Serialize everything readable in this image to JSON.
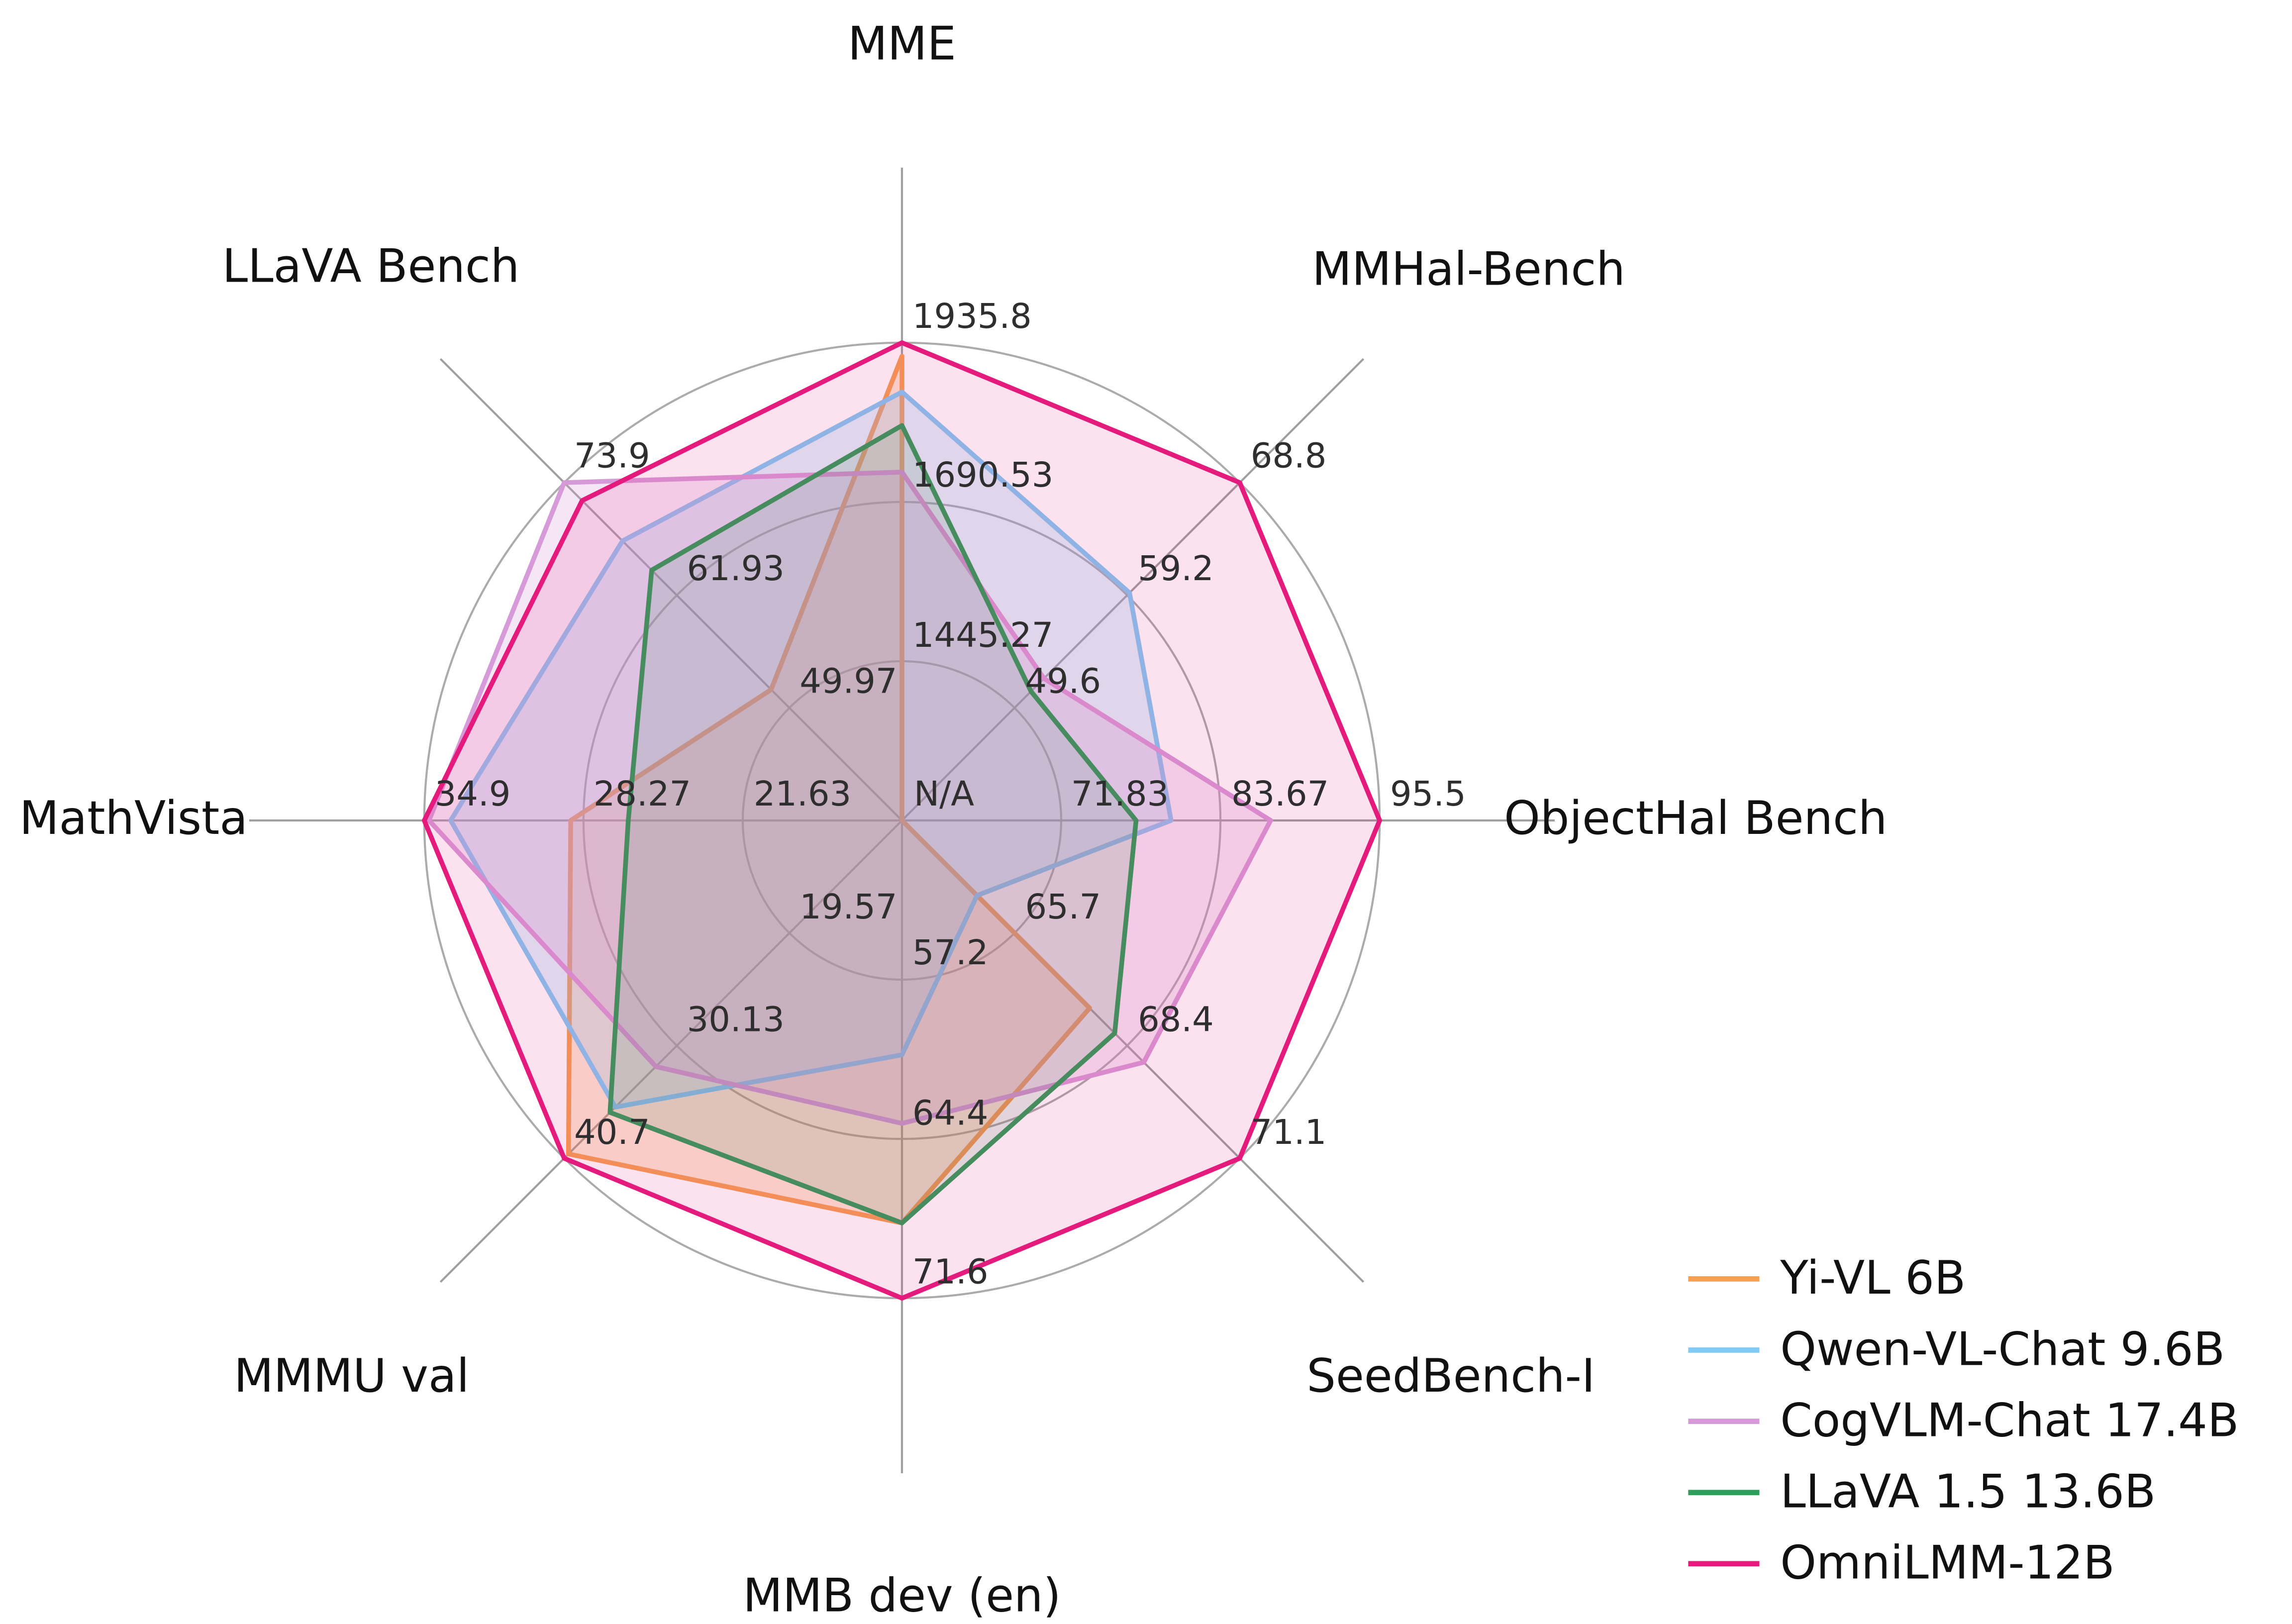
{
  "chart_data": {
    "type": "radar",
    "title": "",
    "background": "#FFFFFF",
    "axis_count": 8,
    "grid_rings": 3,
    "axis_order": "clockwise-from-top",
    "center_label": "N/A",
    "legend_position": "lower-right",
    "axes": [
      {
        "label": "MME",
        "center_scale_value": 1200,
        "max": 1935.8,
        "ring_ticks": [
          "1445.27",
          "1690.53",
          "1935.8"
        ]
      },
      {
        "label": "MMHal-Bench",
        "center_scale_value": 40,
        "max": 68.8,
        "ring_ticks": [
          "49.6",
          "59.2",
          "68.8"
        ]
      },
      {
        "label": "ObjectHal Bench",
        "center_scale_value": 60,
        "max": 95.5,
        "ring_ticks": [
          "71.83",
          "83.67",
          "95.5"
        ]
      },
      {
        "label": "SeedBench-I",
        "center_scale_value": 63,
        "max": 71.1,
        "ring_ticks": [
          "65.7",
          "68.4",
          "71.1"
        ]
      },
      {
        "label": "MMB dev (en)",
        "center_scale_value": 50,
        "max": 71.6,
        "ring_ticks": [
          "57.2",
          "64.4",
          "71.6"
        ]
      },
      {
        "label": "MMMU val",
        "center_scale_value": 9,
        "max": 40.7,
        "ring_ticks": [
          "19.57",
          "30.13",
          "40.7"
        ]
      },
      {
        "label": "MathVista",
        "center_scale_value": 15,
        "max": 34.9,
        "ring_ticks": [
          "21.63",
          "28.27",
          "34.9"
        ]
      },
      {
        "label": "LLaVA Bench",
        "center_scale_value": 38,
        "max": 73.9,
        "ring_ticks": [
          "49.97",
          "61.93",
          "73.9"
        ]
      }
    ],
    "series": [
      {
        "name": "Yi-VL 6B",
        "color": "#F5A053",
        "values": [
          1915.1,
          null,
          null,
          67.5,
          68.2,
          40.3,
          28.8,
          51.9
        ]
      },
      {
        "name": "Qwen-VL-Chat 9.6B",
        "color": "#82CBF5",
        "values": [
          1860.0,
          59.4,
          80.0,
          64.8,
          60.6,
          35.9,
          33.8,
          67.7
        ]
      },
      {
        "name": "CogVLM-Chat 17.4B",
        "color": "#D79AD8",
        "values": [
          1736.6,
          52.1,
          87.4,
          68.8,
          63.7,
          32.1,
          34.7,
          73.9
        ]
      },
      {
        "name": "LLaVA 1.5 13.6B",
        "color": "#2E9E5B",
        "values": [
          1808.4,
          51.0,
          77.4,
          68.1,
          68.2,
          36.4,
          26.4,
          64.6
        ]
      },
      {
        "name": "OmniLMM-12B",
        "color": "#E51A7D",
        "values": [
          1935.8,
          68.8,
          95.5,
          71.1,
          71.6,
          40.7,
          34.9,
          72.0
        ]
      }
    ]
  }
}
